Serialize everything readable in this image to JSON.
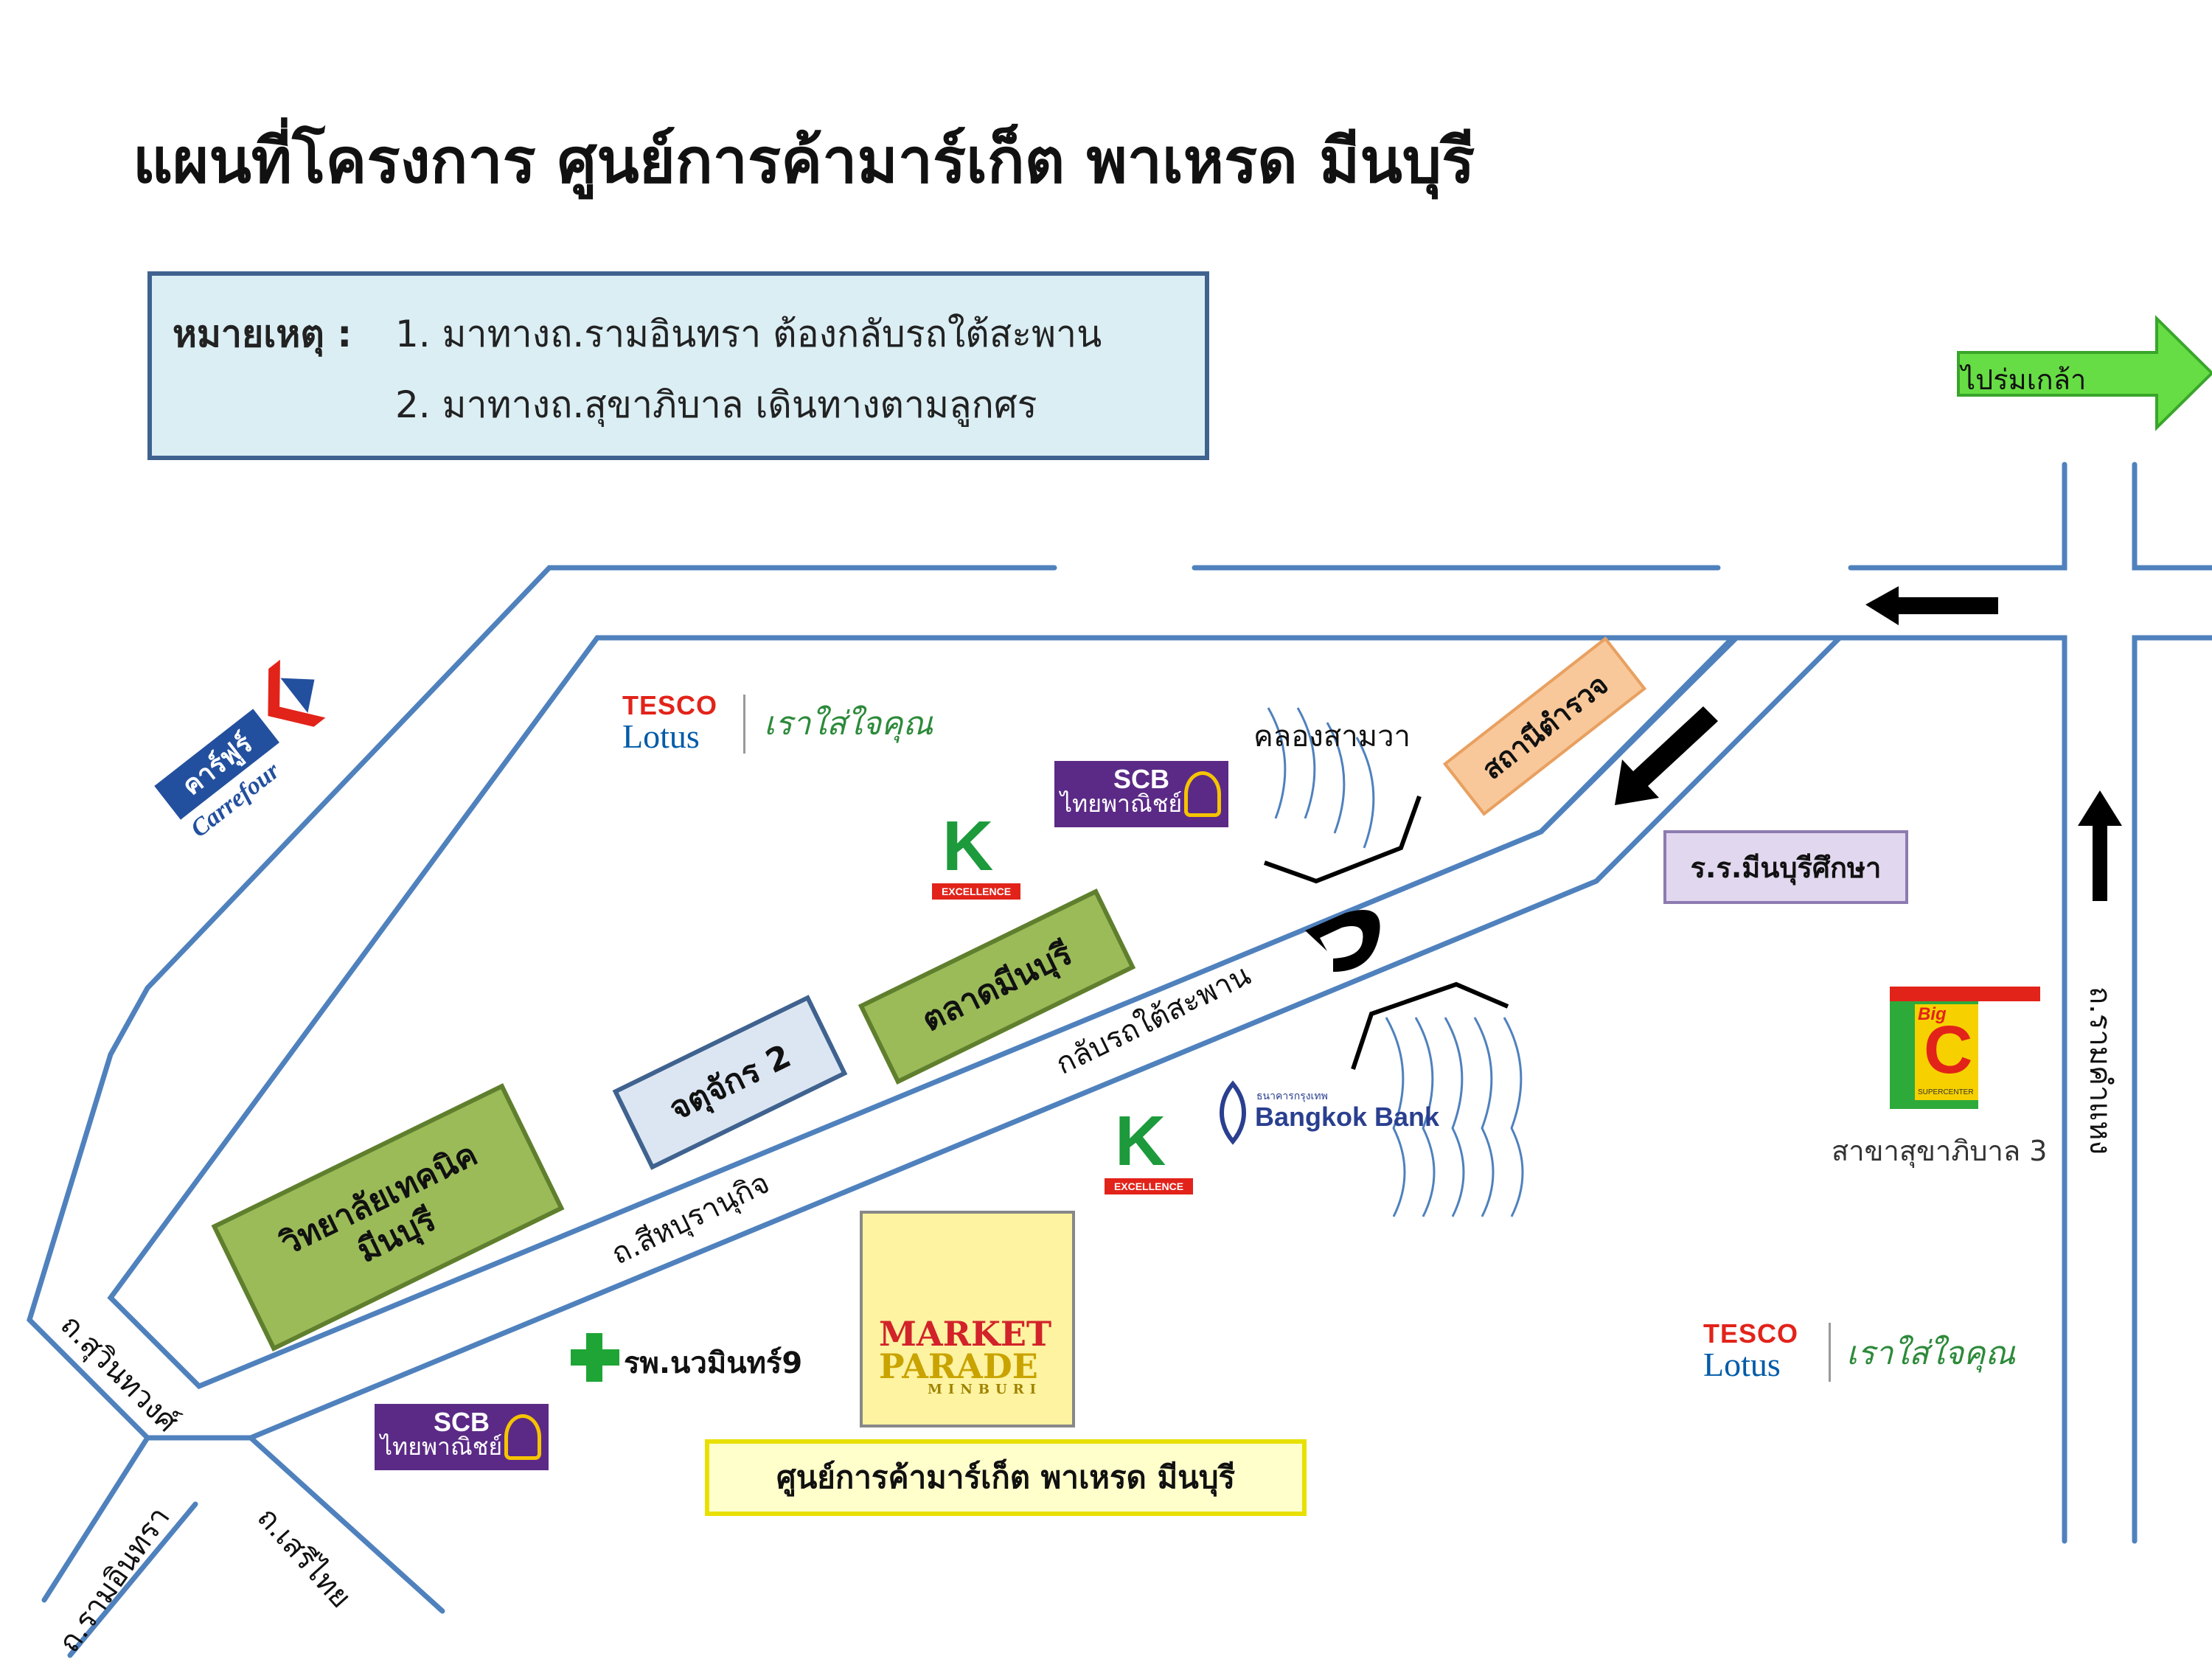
{
  "title": "แผนที่โครงการ ศูนย์การค้ามาร์เก็ต พาเหรด มีนบุรี",
  "note": {
    "heading": "หมายเหตุ :",
    "line1": "1. มาทางถ.รามอินทรา ต้องกลับรถใต้สะพาน",
    "line2": "2. มาทางถ.สุขาภิบาล เดินทางตามลูกศร"
  },
  "direction_sign": {
    "label": "ไปร่มเกล้า",
    "color": "#66dd44"
  },
  "roads": {
    "siahaburanukit": "ถ.สีหบุรานุกิจ",
    "suwinthawong": "ถ.สุวินทวงศ์",
    "ramintra": "ถ.รามอินทรา",
    "seri_thai": "ถ.เสรีไทย",
    "ramkhamhaeng": "ถ.รามคำแหง",
    "u_turn": "กลับรถใต้สะพาน",
    "canal": "คลองสามวา"
  },
  "landmarks": {
    "technical_college": {
      "line1": "วิทยาลัยเทคนิค",
      "line2": "มีนบุรี"
    },
    "jatujak": "จตุจักร 2",
    "minburi_market": "ตลาดมีนบุรี",
    "police_station": "สถานีตำรวจ",
    "school": "ร.ร.มีนบุรีศึกษา",
    "hospital": "รพ.นวมินทร์9",
    "big_c_branch": "สาขาสุขาภิบาล 3",
    "market_parade_label": "ศูนย์การค้ามาร์เก็ต พาเหรด มีนบุรี"
  },
  "logos": {
    "tesco": {
      "brand": "TESCO",
      "sub": "Lotus",
      "slogan": "เราใส่ใจคุณ"
    },
    "scb": {
      "top": "SCB",
      "bottom": "ไทยพาณิชย์"
    },
    "kex": {
      "letter": "K",
      "bar": "EXCELLENCE"
    },
    "bangkok_bank": {
      "thai": "ธนาคารกรุงเทพ",
      "en": "Bangkok Bank"
    },
    "carrefour": {
      "thai": "คาร์ฟูร์",
      "en": "Carrefour"
    },
    "big_c": {
      "word": "Big",
      "letter": "C",
      "tag": "SUPERCENTER"
    },
    "market_parade": {
      "line1": "MARKET",
      "line2": "PARADE",
      "line3": "MINBURI"
    }
  },
  "colors": {
    "road": "#4f81bd",
    "arrow": "#000000",
    "note_fill": "#dbeef4",
    "title": "#111111"
  }
}
